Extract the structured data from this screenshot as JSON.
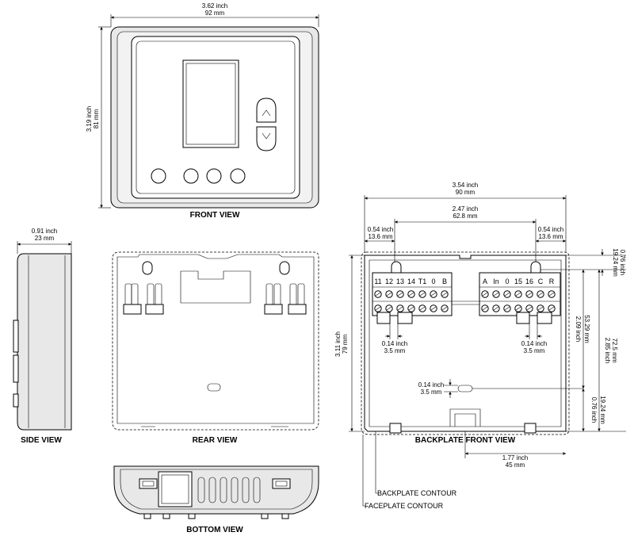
{
  "views": {
    "front": "FRONT VIEW",
    "side": "SIDE VIEW",
    "rear": "REAR VIEW",
    "backplate_front": "BACKPLATE FRONT VIEW",
    "bottom": "BOTTOM VIEW"
  },
  "dimensions": {
    "front_width": {
      "inch": "3.62 inch",
      "mm": "92 mm"
    },
    "front_height": {
      "inch": "3.19 inch",
      "mm": "81 mm"
    },
    "side_depth": {
      "inch": "0.91 inch",
      "mm": "23 mm"
    },
    "bp_width": {
      "inch": "3.54 inch",
      "mm": "90 mm"
    },
    "bp_inner": {
      "inch": "2.47 inch",
      "mm": "62.8 mm"
    },
    "bp_left": {
      "inch": "0.54 inch",
      "mm": "13.6 mm"
    },
    "bp_right": {
      "inch": "0.54 inch",
      "mm": "13.6 mm"
    },
    "bp_top_right": {
      "inch": "0.76 inch",
      "mm": "19.24 mm"
    },
    "bp_height": {
      "inch": "3.11 inch",
      "mm": "79 mm"
    },
    "bp_mid": {
      "inch": "2.09 inch",
      "mm": "53.29 mm"
    },
    "bp_full": {
      "inch": "2.85 inch",
      "mm": "72.5 mm"
    },
    "bp_bottom_right": {
      "inch": "0.76 inch",
      "mm": "19.24 mm"
    },
    "slot_left": {
      "inch": "0.14 inch",
      "mm": "3.5 mm"
    },
    "slot_right": {
      "inch": "0.14 inch",
      "mm": "3.5 mm"
    },
    "slot_center": {
      "inch": "0.14 inch",
      "mm": "3.5 mm"
    },
    "bp_bottom": {
      "inch": "1.77 inch",
      "mm": "45 mm"
    }
  },
  "terminals_left": [
    "11",
    "12",
    "13",
    "14",
    "T1",
    "0",
    "B"
  ],
  "terminals_right": [
    "A",
    "In",
    "0",
    "15",
    "16",
    "C",
    "R"
  ],
  "contours": {
    "backplate": "BACKPLATE CONTOUR",
    "faceplate": "FACEPLATE CONTOUR"
  }
}
